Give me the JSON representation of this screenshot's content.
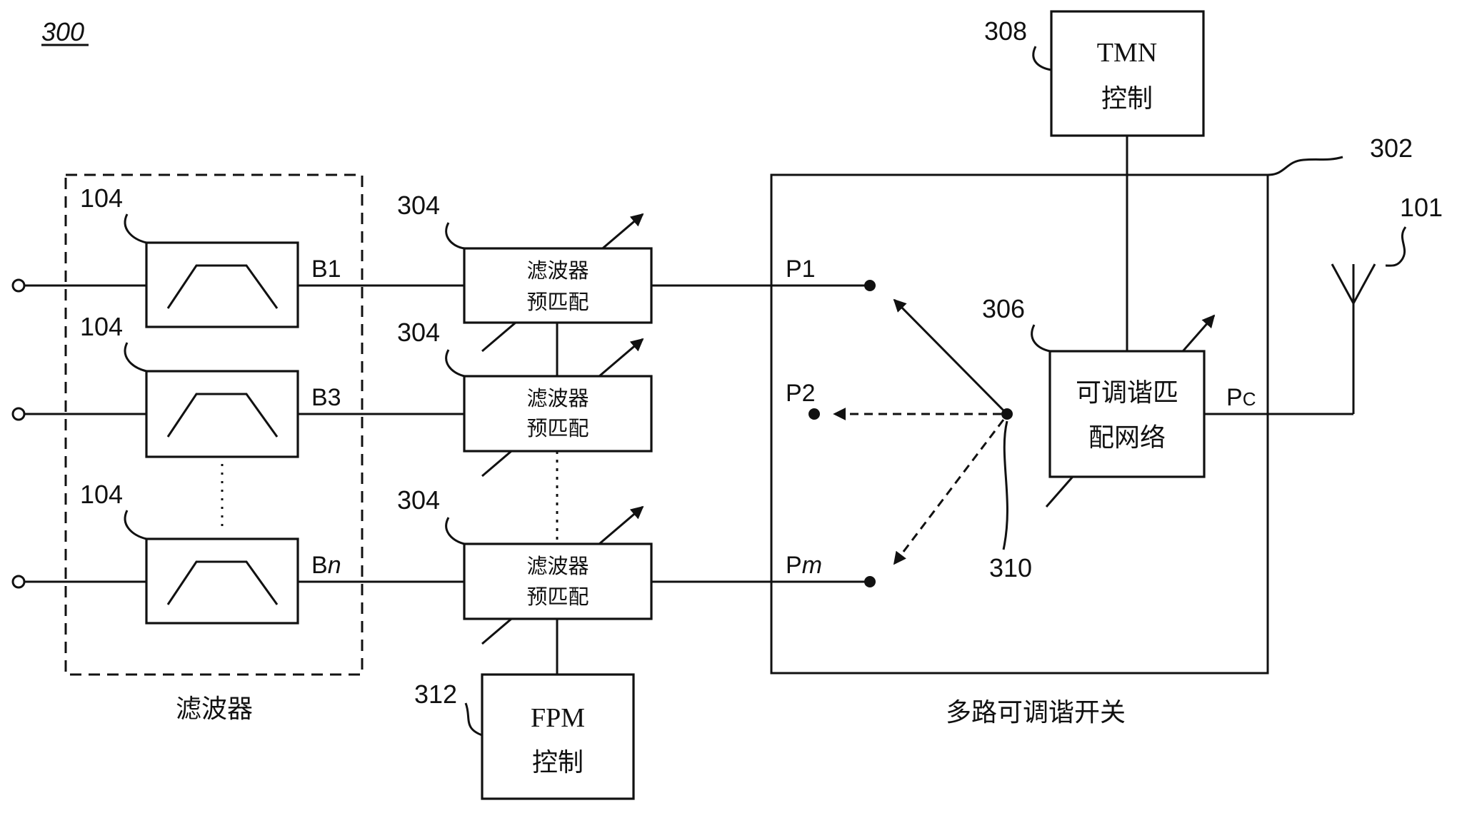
{
  "figure": {
    "number": "300"
  },
  "refs": {
    "filter_ref": "104",
    "prematch_ref": "304",
    "switch_ref": "302",
    "antenna_ref": "101",
    "tmn_ref": "306",
    "tmn_control_ref": "308",
    "arm_ref": "310",
    "fpm_control_ref": "312"
  },
  "bands": {
    "b1": "B1",
    "b3": "B3",
    "bn_prefix": "B",
    "bn_suffix": "n"
  },
  "ports": {
    "p1": "P1",
    "p2": "P2",
    "pm_prefix": "P",
    "pm_suffix": "m",
    "pc_main": "P",
    "pc_sub": "C"
  },
  "blocks": {
    "prematch_line1": "滤波器",
    "prematch_line2": "预匹配",
    "tmn_line1": "可调谐匹",
    "tmn_line2": "配网络",
    "tmn_control_line1": "TMN",
    "tmn_control_line2": "控制",
    "fpm_control_line1": "FPM",
    "fpm_control_line2": "控制"
  },
  "labels": {
    "filters_group": "滤波器",
    "switch_group": "多路可调谐开关"
  },
  "icons": [
    "bandpass-filter-icon",
    "antenna-icon",
    "tunable-arrow-icon",
    "switch-contact-icon",
    "input-terminal-icon"
  ]
}
